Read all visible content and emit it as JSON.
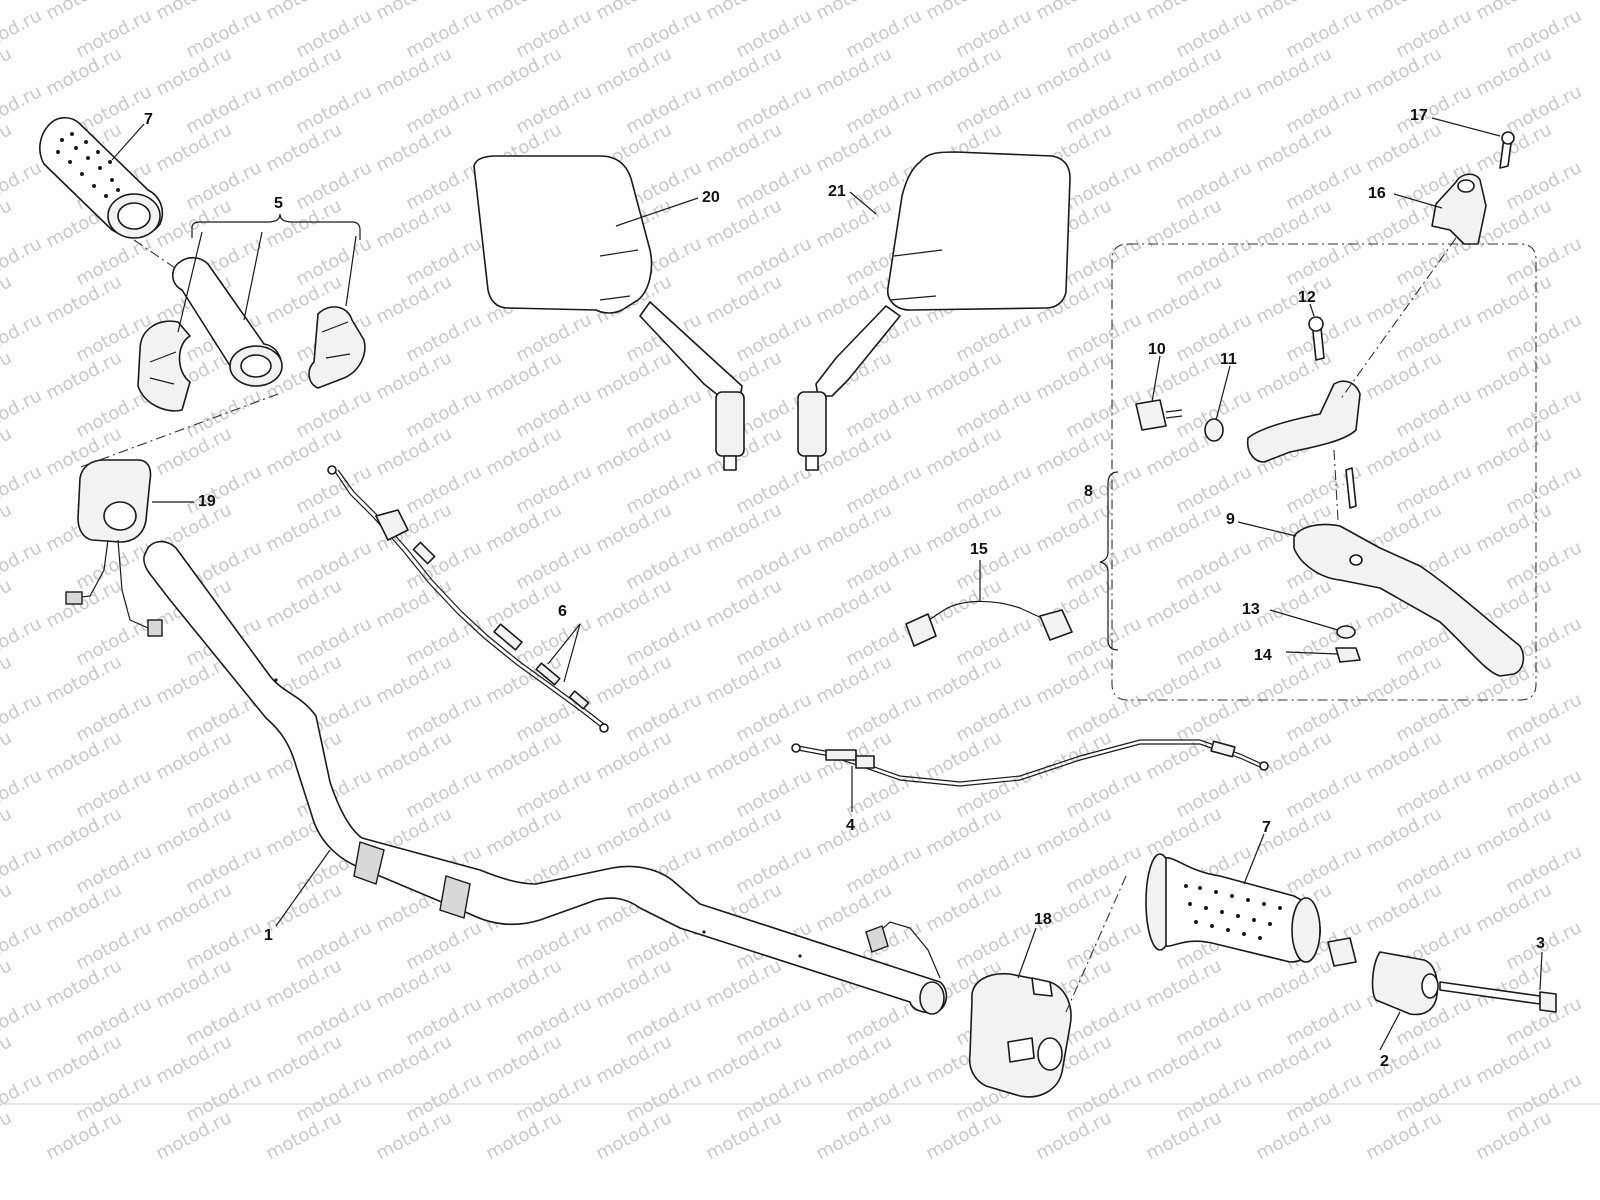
{
  "watermark": "motod.ru",
  "callouts": [
    {
      "id": "c1",
      "text": "1"
    },
    {
      "id": "c2",
      "text": "2"
    },
    {
      "id": "c3",
      "text": "3"
    },
    {
      "id": "c4",
      "text": "4"
    },
    {
      "id": "c5",
      "text": "5"
    },
    {
      "id": "c6",
      "text": "6"
    },
    {
      "id": "c7a",
      "text": "7"
    },
    {
      "id": "c7b",
      "text": "7"
    },
    {
      "id": "c8",
      "text": "8"
    },
    {
      "id": "c9",
      "text": "9"
    },
    {
      "id": "c10",
      "text": "10"
    },
    {
      "id": "c11",
      "text": "11"
    },
    {
      "id": "c12",
      "text": "12"
    },
    {
      "id": "c13",
      "text": "13"
    },
    {
      "id": "c14",
      "text": "14"
    },
    {
      "id": "c15",
      "text": "15"
    },
    {
      "id": "c16",
      "text": "16"
    },
    {
      "id": "c17",
      "text": "17"
    },
    {
      "id": "c18",
      "text": "18"
    },
    {
      "id": "c19",
      "text": "19"
    },
    {
      "id": "c20",
      "text": "20"
    },
    {
      "id": "c21",
      "text": "21"
    }
  ]
}
